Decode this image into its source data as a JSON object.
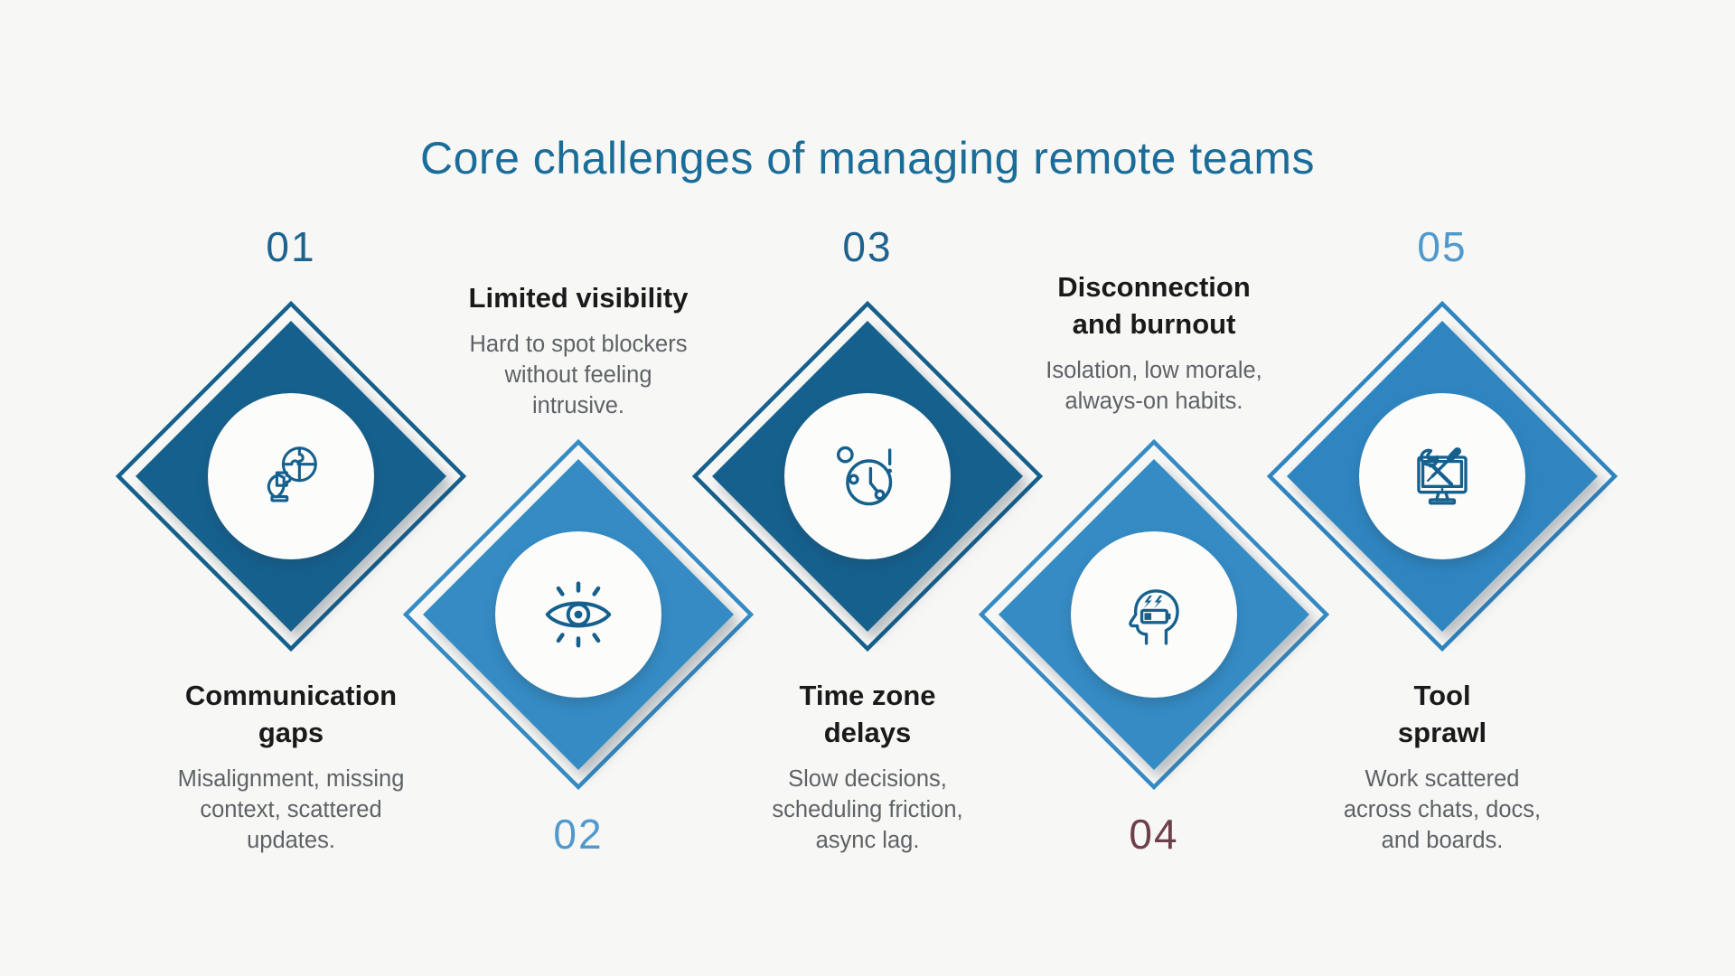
{
  "page": {
    "background_color": "#F7F7F5",
    "circle_fill": "#FCFCFA",
    "icon_stroke": "#15608D"
  },
  "title": {
    "text": "Core challenges of managing remote teams",
    "color": "#1B6D99"
  },
  "text_colors": {
    "heading": "#1A1A1A",
    "body": "#5E6266"
  },
  "items": [
    {
      "number": "01",
      "number_color": "#1D6390",
      "diamond_color": "#15608D",
      "icon": "puzzle-globe-icon",
      "heading": "Communication\ngaps",
      "body": "Misalignment, missing\ncontext, scattered\nupdates."
    },
    {
      "number": "02",
      "number_color": "#5199CC",
      "diamond_color": "#358BC4",
      "icon": "eye-icon",
      "heading": "Limited visibility",
      "body": "Hard to spot blockers\nwithout feeling\nintrusive."
    },
    {
      "number": "03",
      "number_color": "#1D6390",
      "diamond_color": "#15608D",
      "icon": "clock-alert-icon",
      "heading": "Time zone\ndelays",
      "body": "Slow decisions,\nscheduling friction,\nasync lag."
    },
    {
      "number": "04",
      "number_color": "#6E4049",
      "diamond_color": "#358BC4",
      "icon": "burnout-head-icon",
      "heading": "Disconnection\nand burnout",
      "body": "Isolation, low morale,\nalways-on habits."
    },
    {
      "number": "05",
      "number_color": "#5199CC",
      "diamond_color": "#2F85C0",
      "icon": "tool-monitor-icon",
      "heading": "Tool\nsprawl",
      "body": "Work scattered\nacross chats, docs,\nand boards."
    }
  ]
}
